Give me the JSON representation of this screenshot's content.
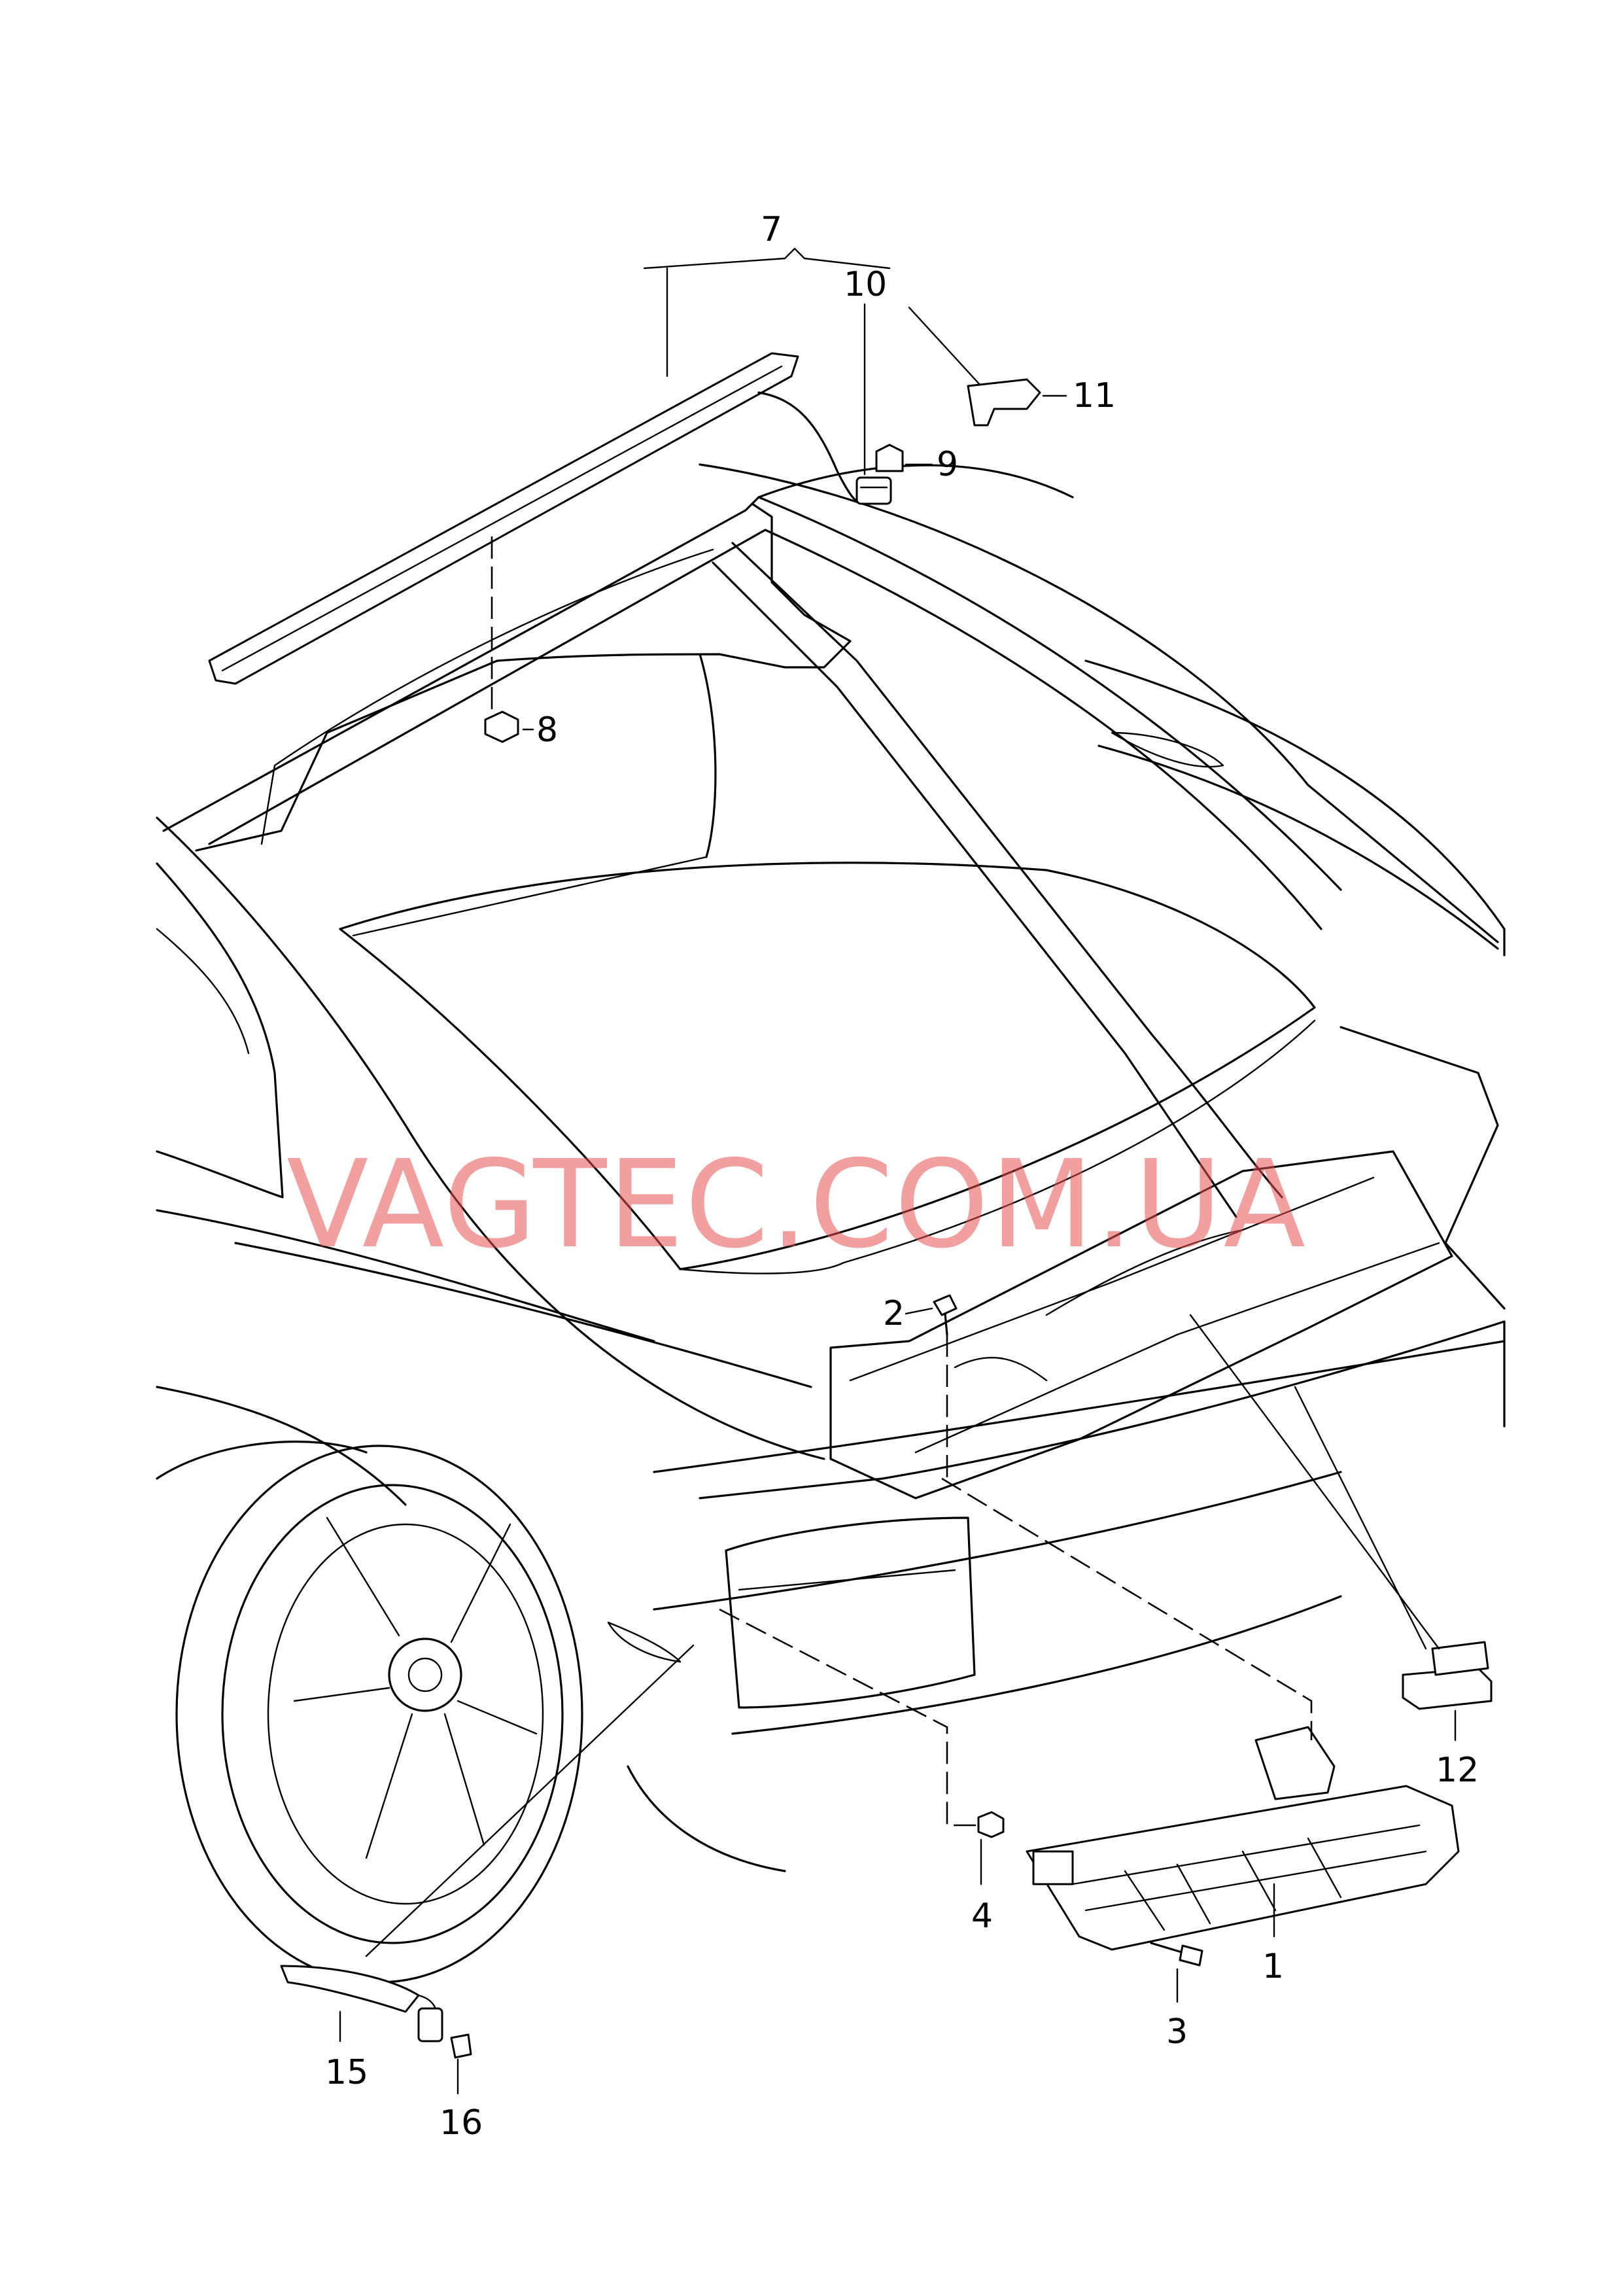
{
  "watermark": "VAGTEC.COM.UA",
  "callouts": {
    "c1": "1",
    "c2": "2",
    "c3": "3",
    "c4": "4",
    "c7": "7",
    "c8": "8",
    "c9": "9",
    "c10": "10",
    "c11": "11",
    "c12": "12",
    "c15": "15",
    "c16": "16"
  }
}
